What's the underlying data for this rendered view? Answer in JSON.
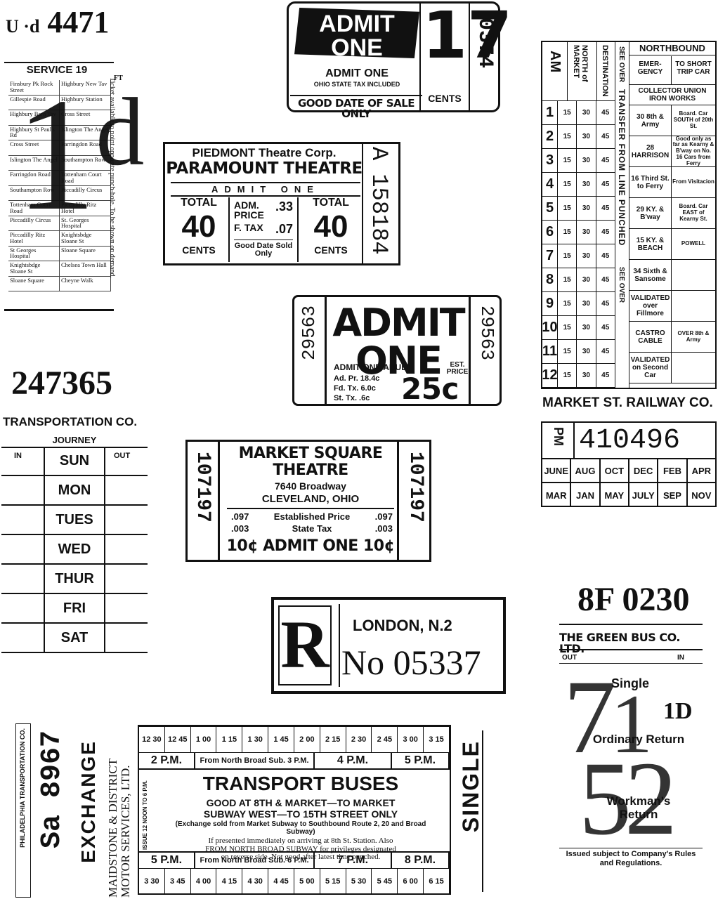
{
  "service": {
    "number": "4471",
    "prefix": "U ·d",
    "header": "SERVICE 19",
    "ft": "FT",
    "big_mark": "1ᵈ",
    "fine_print": "Ticket available to point opposite punch-hole. To be shown on demand.",
    "stops": [
      [
        "Finsbury Pk Rock Street",
        "Highbury New Tav"
      ],
      [
        "Gillespie Road",
        "Highbury Station"
      ],
      [
        "Highbury Barn Tav",
        "Cross Street"
      ],
      [
        "Highbury St Paul's Rd",
        "Islington The Angel"
      ],
      [
        "Cross Street",
        "Farringdon Road"
      ],
      [
        "Islington The Angel",
        "Southampton Row"
      ],
      [
        "Farringdon Road",
        "Tottenham Court Road"
      ],
      [
        "Southampton Row",
        "Piccadilly Circus"
      ],
      [
        "Tottenham Court Road",
        "Piccadilly Ritz Hotel"
      ],
      [
        "Piccadilly Circus",
        "St. Georges Hospital"
      ],
      [
        "Piccadilly Ritz Hotel",
        "Knightsbdge Sloane St"
      ],
      [
        "St Georges Hospital",
        "Sloane Square"
      ],
      [
        "Knightsbdge Sloane St",
        "Chelsea Town Hall"
      ],
      [
        "Sloane Square",
        "Cheyne Walk"
      ]
    ]
  },
  "admit17": {
    "banner_line1": "ADMIT",
    "banner_line2": "ONE",
    "price": "17",
    "price_unit": "CENTS",
    "line1": "ADMIT ONE",
    "line2": "OHIO STATE TAX INCLUDED",
    "line3": "GOOD DATE OF SALE ONLY",
    "serial": "0374"
  },
  "piedmont": {
    "company": "PIEDMONT Theatre Corp.",
    "theatre": "PARAMOUNT THEATRE",
    "admit": "ADMIT ONE",
    "total_label": "TOTAL",
    "total_value": "40",
    "cents": "CENTS",
    "adm_price_label": "ADM. PRICE",
    "adm_price": ".33",
    "ftax_label": "F. TAX",
    "ftax": ".07",
    "good_date": "Good Date Sold Only",
    "serial": "A 158184"
  },
  "admit25": {
    "title": "ADMIT ONE",
    "adult": "ADMIT ONE ADULT",
    "est_price": "EST. PRICE",
    "ad_pr": "Ad. Pr. 18.4c",
    "fd_tx": "Fd. Tx. 6.0c",
    "st_tx": "St. Tx. .6c",
    "price": "25c",
    "serial": "29563"
  },
  "railway": {
    "am": "AM",
    "north_of_market": "NORTH of MARKET",
    "destination": "DESTINATION",
    "see_over": "SEE OVER",
    "transfer": "TRANSFER FROM LINE PUNCHED",
    "northbound": "NORTHBOUND",
    "emergency": "EMER-GENCY",
    "short_trip": "TO SHORT TRIP CAR",
    "collector": "COLLECTOR UNION IRON WORKS",
    "hours": [
      "1",
      "2",
      "3",
      "4",
      "5",
      "6",
      "7",
      "8",
      "9",
      "10",
      "11",
      "12"
    ],
    "minutes": [
      "15",
      "30",
      "45"
    ],
    "dest_rows": [
      [
        "30 8th & Army",
        "Board. Car SOUTH of 20th St."
      ],
      [
        "28 HARRISON",
        "Good only as far as Kearny & B'way on No. 16 Cars from Ferry"
      ],
      [
        "16 Third St. to Ferry",
        "From Visitacion"
      ],
      [
        "29 KY. & B'way",
        "Board. Car EAST of Kearny St."
      ],
      [
        "15 KY. & BEACH",
        "POWELL"
      ],
      [
        "34 Sixth & Sansome",
        ""
      ],
      [
        "VALIDATED over Fillmore",
        ""
      ],
      [
        "CASTRO CABLE",
        "OVER 8th & Army"
      ],
      [
        "VALIDATED on Second Car",
        ""
      ]
    ],
    "footer": "MARKET ST. RAILWAY CO."
  },
  "journey": {
    "number": "247365",
    "company": "TRANSPORTATION CO.",
    "header": "JOURNEY",
    "in": "IN",
    "out": "OUT",
    "days": [
      "SUN",
      "MON",
      "TUES",
      "WED",
      "THUR",
      "FRI",
      "SAT"
    ]
  },
  "marketsq": {
    "name1": "MARKET SQUARE",
    "name2": "THEATRE",
    "address": "7640 Broadway",
    "city": "CLEVELAND, OHIO",
    "est_price": ".097",
    "est_label": "Established Price",
    "state_tax": ".003",
    "tax_label": "State Tax",
    "admit": "10¢ ADMIT ONE 10¢",
    "serial": "107197"
  },
  "pmcal": {
    "pm": "PM",
    "number": "410496",
    "row1": [
      "JUNE",
      "AUG",
      "OCT",
      "DEC",
      "FEB",
      "APR"
    ],
    "row2": [
      "MAR",
      "JAN",
      "MAY",
      "JULY",
      "SEP",
      "NOV"
    ]
  },
  "london": {
    "letter": "R",
    "place": "LONDON, N.2",
    "number": "No 05337"
  },
  "greenbus": {
    "number": "8F 0230",
    "company": "THE GREEN BUS CO. LTD.",
    "out": "OUT",
    "in": "IN",
    "single": "Single",
    "ordinary": "Ordinary Return",
    "workman": "Workman's Return",
    "fare": "1D",
    "footer": "Issued subject to Company's Rules and Regulations."
  },
  "exchange": {
    "company": "PHILADELPHIA TRANSPORTATION CO.",
    "serial": "Sa 8967",
    "exchange": "EXCHANGE",
    "maidstone": "MAIDSTONE & DISTRICT MOTOR SERVICES, LTD.",
    "issue": "ISSUE 12 NOON TO 6 P.M.",
    "single": "SINGLE",
    "top_times": [
      "12 30",
      "12 45",
      "1 00",
      "1 15",
      "1 30",
      "1 45",
      "2 00",
      "2 15",
      "2 30",
      "2 45",
      "3 00",
      "3 15"
    ],
    "row2": [
      "2 P.M.",
      "From North Broad Sub. 3 P.M.",
      "4 P.M.",
      "5 P.M."
    ],
    "title": "TRANSPORT BUSES",
    "good_at": "GOOD AT 8TH & MARKET—TO MARKET",
    "subway": "SUBWAY WEST—TO 15TH STREET ONLY",
    "sold_from": "(Exchange sold from Market Subway to Southbound Route 2, 20 and Broad Subway)",
    "fine1": "If presented immediately on arriving at 8th St. Station. Also",
    "fine2": "FROM NORTH BROAD SUBWAY for privileges designated",
    "fine3": "on reverse side. Not good after latest time punched.",
    "row4": [
      "5 P.M.",
      "From North Broad Sub. 6 P.M.",
      "7 P.M.",
      "8 P.M."
    ],
    "bottom_times": [
      "3 30",
      "3 45",
      "4 00",
      "4 15",
      "4 30",
      "4 45",
      "5 00",
      "5 15",
      "5 30",
      "5 45",
      "6 00",
      "6 15"
    ]
  }
}
